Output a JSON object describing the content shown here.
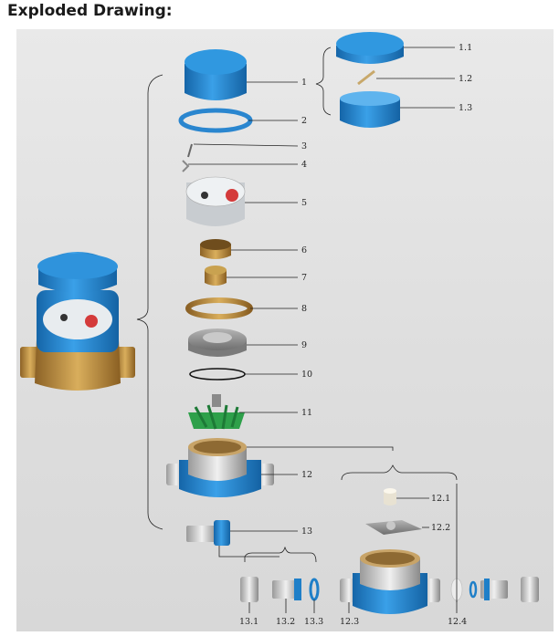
{
  "heading": "Exploded Drawing:",
  "labels": {
    "p1": "1",
    "p1_1": "1.1",
    "p1_2": "1.2",
    "p1_3": "1.3",
    "p2": "2",
    "p3": "3",
    "p4": "4",
    "p5": "5",
    "p6": "6",
    "p7": "7",
    "p8": "8",
    "p9": "9",
    "p10": "10",
    "p11": "11",
    "p12": "12",
    "p12_1": "12.1",
    "p12_2": "12.2",
    "p12_3": "12.3",
    "p12_4": "12.4",
    "p13": "13",
    "p13_1": "13.1",
    "p13_2": "13.2",
    "p13_3": "13.3"
  },
  "colors": {
    "blue": "#1e7fc8",
    "brass": "#b8893c",
    "green": "#2e9e4a",
    "grey": "#8f8f8f"
  }
}
